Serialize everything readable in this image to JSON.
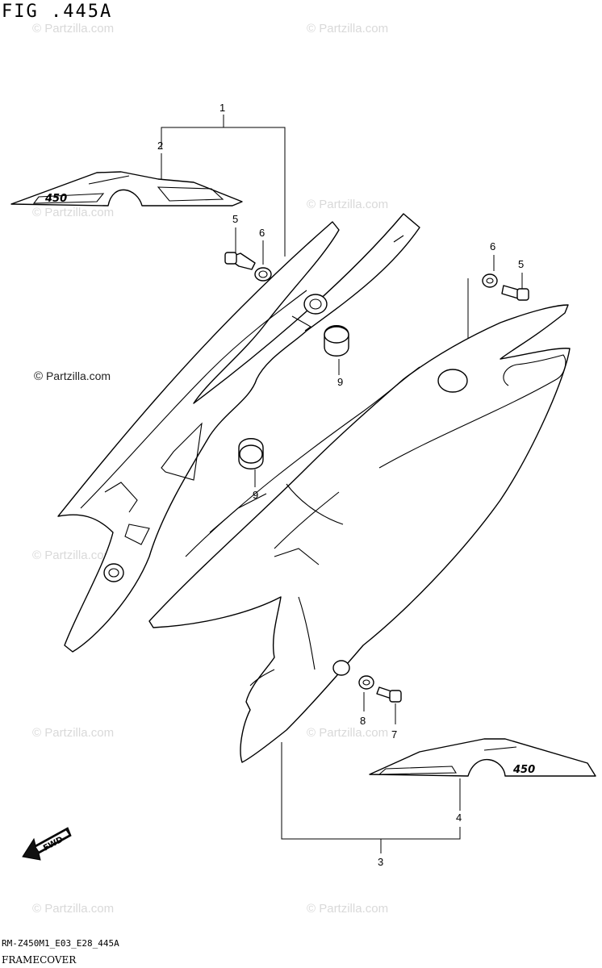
{
  "header": {
    "figure_title": "FIG .445A"
  },
  "footer": {
    "reference_code": "RM-Z450M1_E03_E28_445A",
    "section_name": "FRAMECOVER"
  },
  "copyright": {
    "symbol": "©",
    "text": "Partzilla.com"
  },
  "watermark": {
    "text": "© Partzilla.com"
  },
  "callouts": {
    "c1": "1",
    "c2": "2",
    "c3": "3",
    "c4": "4",
    "c5a": "5",
    "c5b": "5",
    "c6a": "6",
    "c6b": "6",
    "c7": "7",
    "c8": "8",
    "c9a": "9",
    "c9b": "9"
  },
  "decals": {
    "left": "450",
    "right": "450"
  },
  "fwd_label": "FWD"
}
